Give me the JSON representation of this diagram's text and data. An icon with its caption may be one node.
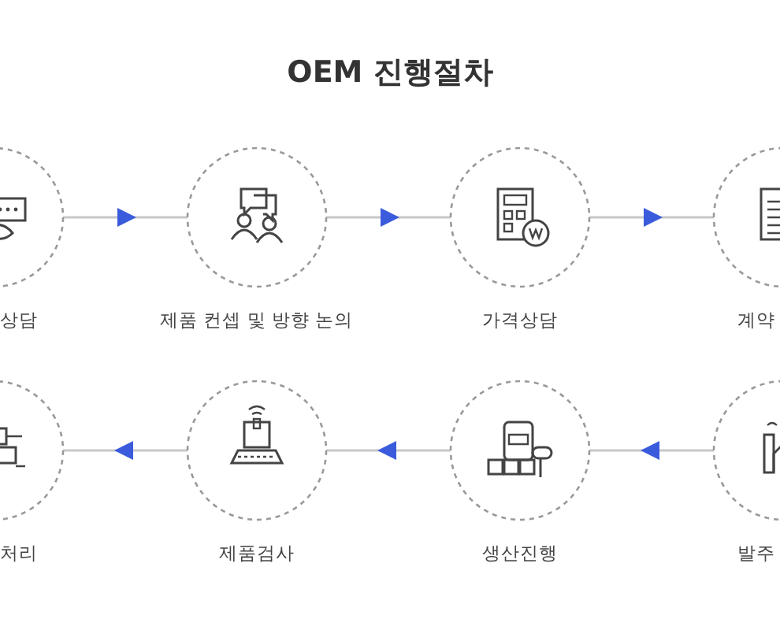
{
  "diagram": {
    "title": "OEM 진행절차",
    "nodes": [
      {
        "text": [
          "상담"
        ]
      },
      {
        "text": [
          "제품 컨셉 및 방향 논의"
        ]
      },
      {
        "text": [
          "가격상담"
        ]
      },
      {
        "text": [
          "계약"
        ]
      },
      {
        "text": [
          "처리"
        ]
      },
      {
        "text": [
          "제품검사"
        ]
      },
      {
        "text": [
          "생산진행"
        ]
      },
      {
        "text": [
          "발주"
        ]
      }
    ],
    "edges": [
      {
        "from": 0,
        "to": 1,
        "arrow": "to"
      },
      {
        "from": 1,
        "to": 2,
        "arrow": "to"
      },
      {
        "from": 2,
        "to": 3,
        "arrow": "to"
      },
      {
        "from": 7,
        "to": 6,
        "arrow": "to"
      },
      {
        "from": 6,
        "to": 5,
        "arrow": "to"
      },
      {
        "from": 5,
        "to": 4,
        "arrow": "to"
      }
    ]
  }
}
